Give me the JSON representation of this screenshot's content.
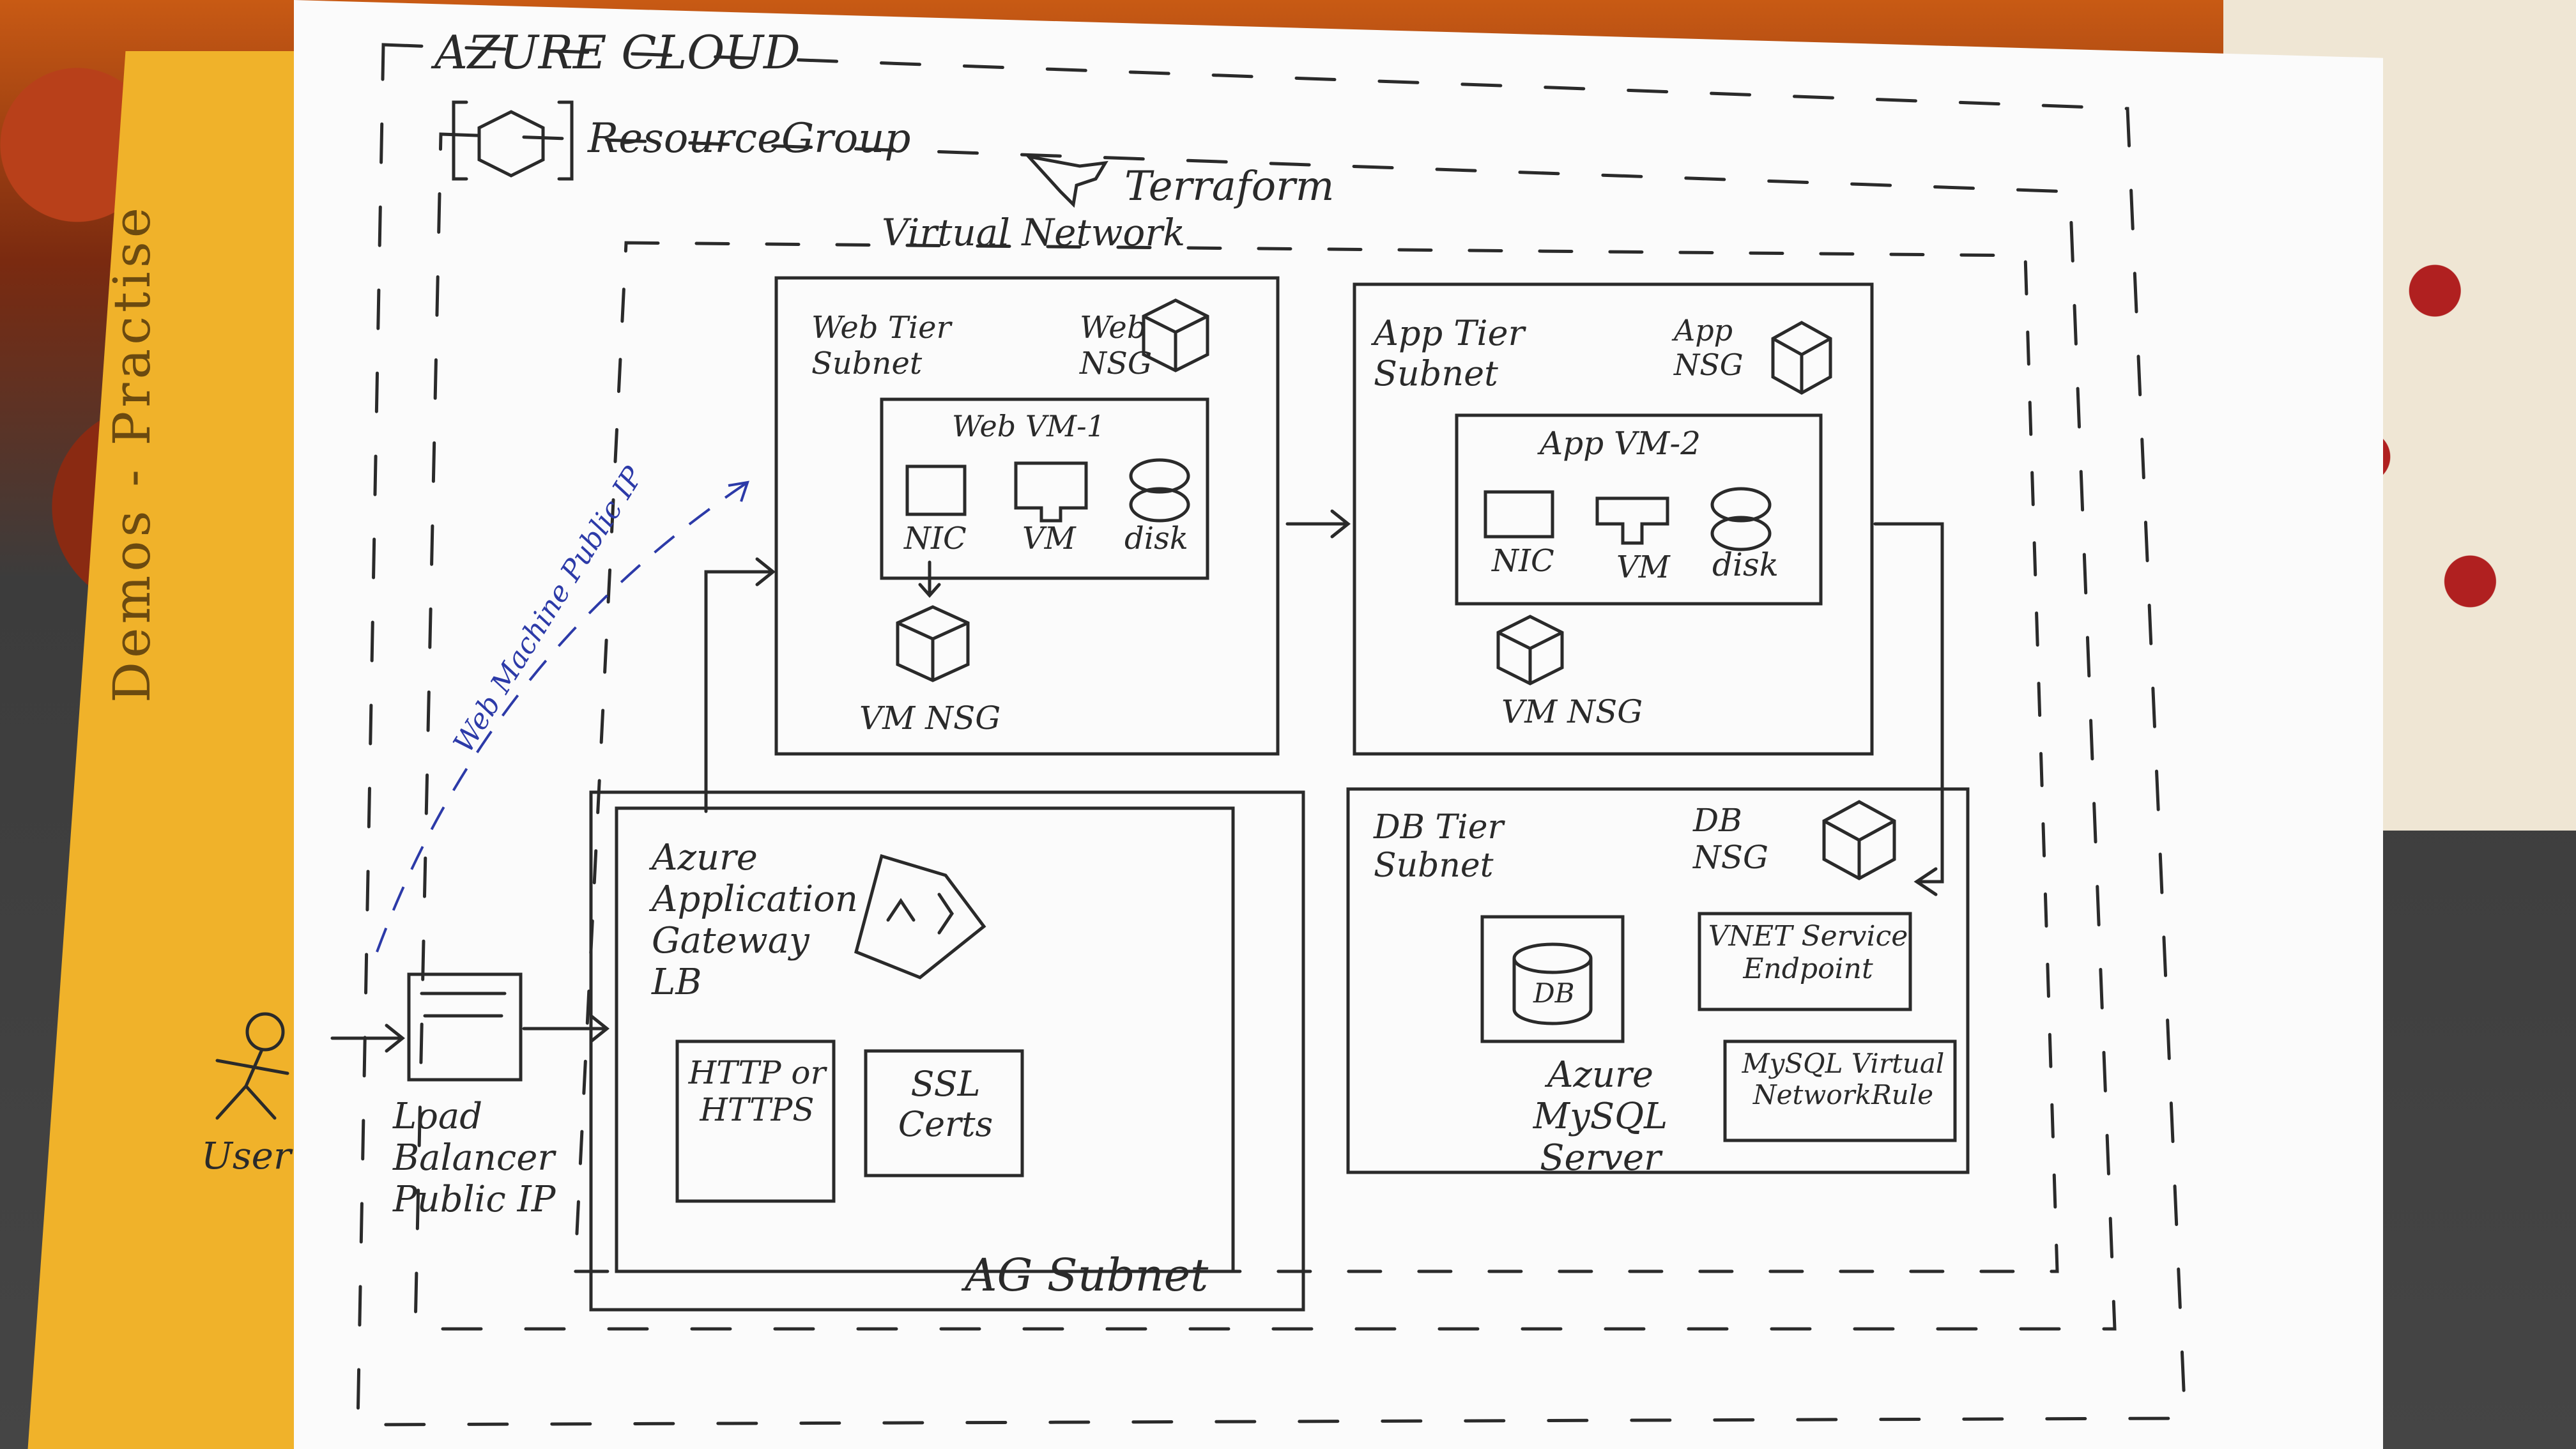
{
  "background": {
    "folder_label": "Demos - Practise"
  },
  "diagram": {
    "cloud_label": "AZURE CLOUD",
    "resource_group_label": "ResourceGroup",
    "terraform_label": "Terraform",
    "vnet_label": "Virtual Network",
    "web_subnet": {
      "title": "Web Tier Subnet",
      "nsg": "Web NSG",
      "vm_title": "Web VM-1",
      "nic": "NIC",
      "vm": "VM",
      "disk": "disk",
      "vm_nsg": "VM NSG"
    },
    "app_subnet": {
      "title": "App Tier Subnet",
      "nsg": "App NSG",
      "vm_title": "App VM-2",
      "nic": "NIC",
      "vm": "VM",
      "disk": "disk",
      "vm_nsg": "VM NSG"
    },
    "db_subnet": {
      "title": "DB Tier Subnet",
      "nsg": "DB NSG",
      "db": "DB",
      "server": "Azure MySQL Server",
      "endpoint": "VNET Service Endpoint",
      "rule": "MySQL Virtual NetworkRule"
    },
    "ag_subnet": {
      "title": "AG Subnet",
      "gateway": "Azure Application Gateway LB",
      "http": "HTTP or HTTPS",
      "ssl": "SSL Certs"
    },
    "user": "User",
    "load_balancer": "Load Balancer Public IP",
    "web_public_ip_note": "Web Machine Public IP"
  },
  "colors": {
    "ink": "#2a2a2a",
    "blue_ink": "#2c3aa8",
    "paper": "#fbfbfb",
    "folder": "#f0b22a"
  }
}
